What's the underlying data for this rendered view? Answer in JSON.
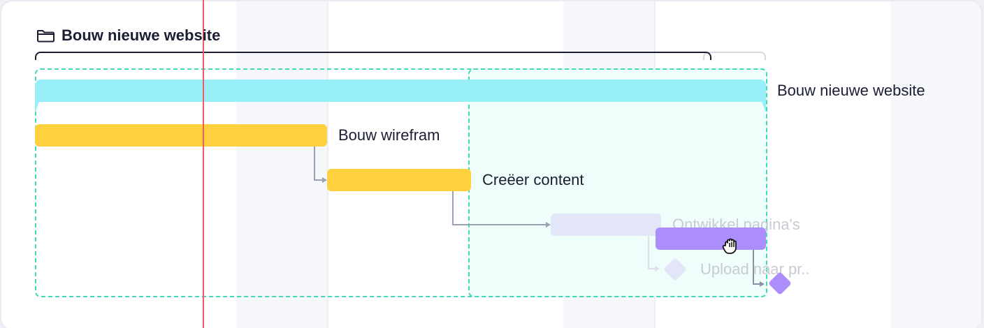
{
  "project": {
    "title": "Bouw nieuwe website",
    "icon": "folder-icon"
  },
  "summary_task": {
    "label": "Bouw nieuwe website",
    "color": "#98effa"
  },
  "tasks": [
    {
      "label": "Bouw wirefram",
      "color": "#ffd13f"
    },
    {
      "label": "Creëer content",
      "color": "#ffd13f"
    },
    {
      "label": "Ontwikkel pagina's",
      "color": "#e3e5f9",
      "state": "ghost"
    },
    {
      "label": "Upload naar pr..",
      "color": "#e3e5f9",
      "state": "ghost"
    }
  ],
  "drag_preview": {
    "bar_color": "#ab8dfb",
    "milestone_color": "#ab8dfb"
  },
  "today_line_color": "#ef5b61",
  "cursor_icon": "grab-hand-icon"
}
